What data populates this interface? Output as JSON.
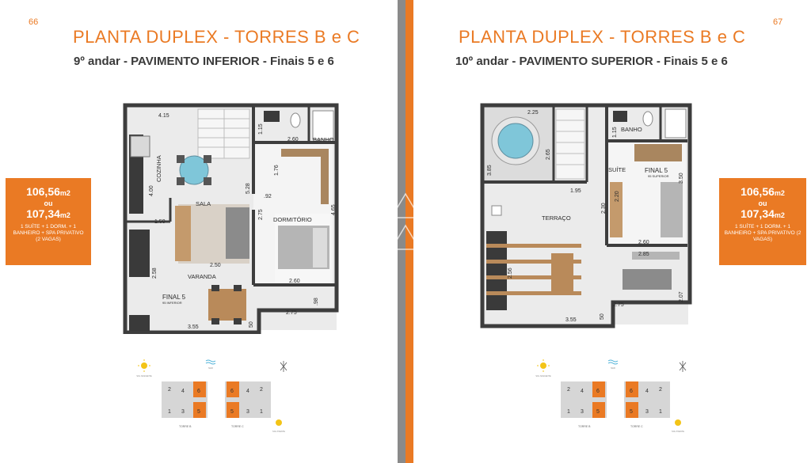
{
  "left": {
    "page_number": "66",
    "title": "PLANTA DUPLEX - TORRES B e C",
    "subtitle": "9º andar - PAVIMENTO INFERIOR - Finais 5 e 6",
    "area": {
      "value1": "106,56",
      "unit1": "m2",
      "or": "ou",
      "value2": "107,34",
      "unit2": "m2",
      "description": "1 SUÍTE + 1 DORM. + 1 BANHEIRO + SPA PRIVATIVO (2 VAGAS)"
    },
    "plan": {
      "rooms": {
        "cozinha": "COZINHA",
        "sala": "SALA",
        "dormitorio": "DORMITÓRIO",
        "banho": "BANHO",
        "varanda": "VARANDA",
        "final": "FINAL 5",
        "final_sub": "95 INFERIOR"
      },
      "dims": {
        "d415": "4.15",
        "d115": "1.15",
        "d260a": "2.60",
        "d176": "1.76",
        "d528": "5.28",
        "d92": ".92",
        "d400": "4.00",
        "d150": "1.50",
        "d275a": "2.75",
        "d465": "4.65",
        "d250": "2.50",
        "d258": "2.58",
        "d260b": "2.60",
        "d98": ".98",
        "d275b": "2.75",
        "d355": "3.55",
        "d50": "50"
      }
    },
    "key": {
      "sun_top": "SOL NASCENTE",
      "sea": "MAR",
      "sun_bottom": "SOL POENTE",
      "torre_b": "TORRE B",
      "torre_c": "TORRE C",
      "b_top": [
        "2",
        "4",
        "6"
      ],
      "b_bottom": [
        "1",
        "3",
        "5"
      ],
      "c_top": [
        "6",
        "4",
        "2"
      ],
      "c_bottom": [
        "5",
        "3",
        "1"
      ]
    }
  },
  "right": {
    "page_number": "67",
    "title": "PLANTA DUPLEX - TORRES B e C",
    "subtitle": "10º andar - PAVIMENTO SUPERIOR - Finais 5 e 6",
    "area": {
      "value1": "106,56",
      "unit1": "m2",
      "or": "ou",
      "value2": "107,34",
      "unit2": "m2",
      "description": "1 SUÍTE + 1 DORM. + 1 BANHEIRO + SPA PRIVATIVO (2 VAGAS)"
    },
    "plan": {
      "rooms": {
        "terraco": "TERRAÇO",
        "suite": "SUÍTE",
        "banho": "BANHO",
        "final": "FINAL 5",
        "final_sub": "95 SUPERIOR"
      },
      "dims": {
        "d225": "2.25",
        "d265": "2.65",
        "d385": "3.85",
        "d115": "1.15",
        "d350": "3.50",
        "d195": "1.95",
        "d230": "2.30",
        "d220": "2.20",
        "d260": "2.60",
        "d285": "2.85",
        "d256": "2.56",
        "d207": "2.07",
        "d275": "2.75",
        "d355": "3.55",
        "d50": "50"
      }
    },
    "key": {
      "sun_top": "SOL NASCENTE",
      "sea": "MAR",
      "sun_bottom": "SOL POENTE",
      "torre_b": "TORRE B",
      "torre_c": "TORRE C",
      "b_top": [
        "2",
        "4",
        "6"
      ],
      "b_bottom": [
        "1",
        "3",
        "5"
      ],
      "c_top": [
        "6",
        "4",
        "2"
      ],
      "c_bottom": [
        "5",
        "3",
        "1"
      ]
    }
  },
  "colors": {
    "accent": "#ea7a24",
    "spine_gray": "#8a8a8a",
    "wall": "#3d3d3d",
    "floor_tile": "#e8e8e8",
    "wood": "#a9865f"
  }
}
